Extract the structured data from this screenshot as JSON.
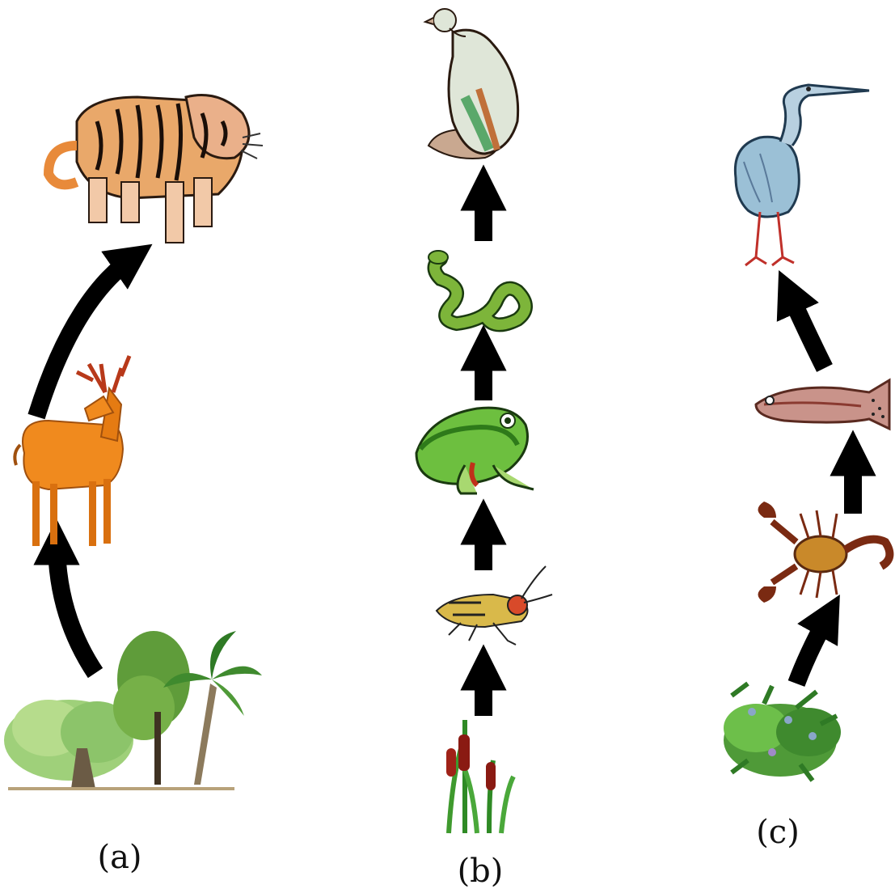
{
  "captions": {
    "a": "(a)",
    "b": "(b)",
    "c": "(c)"
  },
  "chains": {
    "a": [
      "trees",
      "deer",
      "tiger"
    ],
    "b": [
      "cattails",
      "grasshopper",
      "frog",
      "snake",
      "vulture"
    ],
    "c": [
      "aquatic-plant",
      "scorpion",
      "fish",
      "heron"
    ]
  },
  "colors": {
    "arrow": "#000000",
    "tiger": "#e88a3a",
    "deer": "#f08a1e",
    "frog": "#6dbf3f",
    "snake": "#7db53a",
    "heron": "#9bc0d6",
    "fish": "#c9938a",
    "scorpion": "#c9892a",
    "plant": "#5aa33a"
  }
}
